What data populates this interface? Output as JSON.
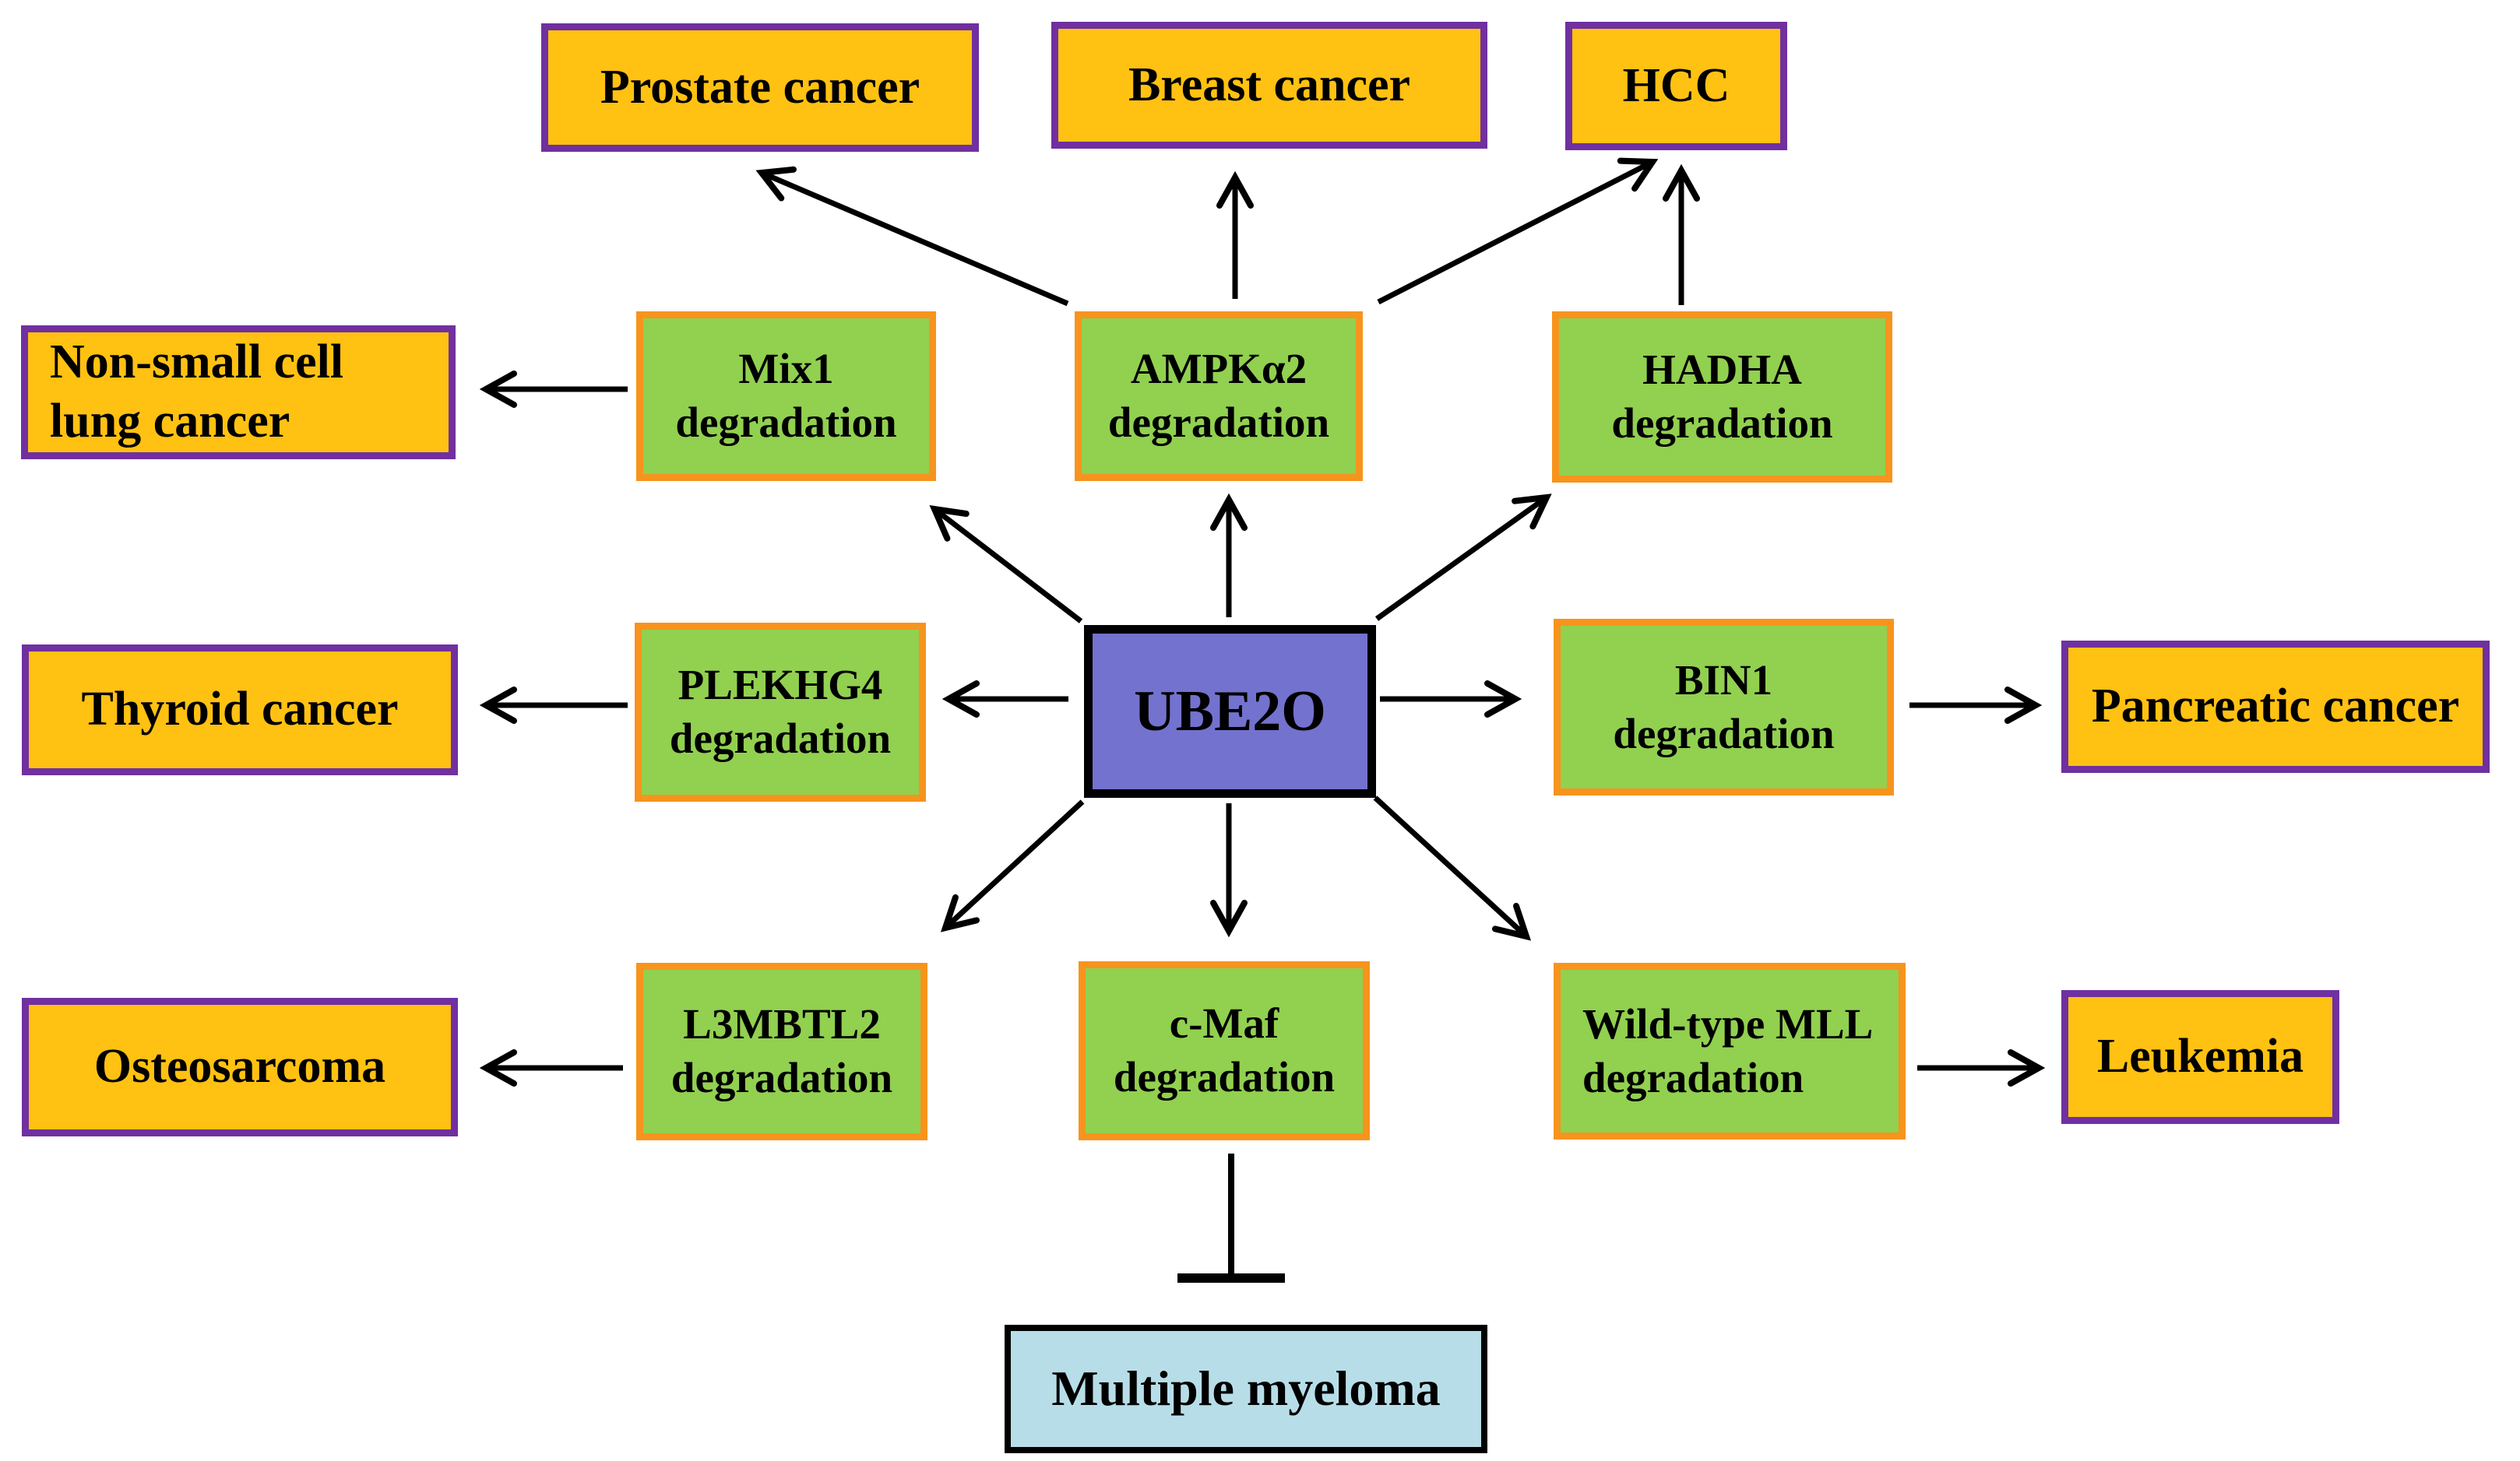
{
  "nodes": {
    "ube2o": {
      "label": "UBE2O"
    },
    "mix1": {
      "line1": "Mix1",
      "line2": "degradation"
    },
    "ampk": {
      "line1": "AMPKα2",
      "line2": "degradation"
    },
    "hadha": {
      "line1": "HADHA",
      "line2": "degradation"
    },
    "plekhg4": {
      "line1": "PLEKHG4",
      "line2": "degradation"
    },
    "bin1": {
      "line1": "BIN1",
      "line2": "degradation"
    },
    "l3mbtl2": {
      "line1": "L3MBTL2",
      "line2": "degradation"
    },
    "cmaf": {
      "line1": "c-Maf",
      "line2": "degradation"
    },
    "mll": {
      "line1": "Wild-type MLL",
      "line2": "degradation"
    },
    "prostate": {
      "label": "Prostate cancer"
    },
    "breast": {
      "label": "Breast cancer"
    },
    "hcc": {
      "label": "HCC"
    },
    "nsclc": {
      "line1": "Non-small cell",
      "line2": "lung cancer"
    },
    "thyroid": {
      "label": "Thyroid cancer"
    },
    "pancreatic": {
      "label": "Pancreatic cancer"
    },
    "osteosarcoma": {
      "label": "Osteosarcoma"
    },
    "leukemia": {
      "label": "Leukemia"
    },
    "myeloma": {
      "label": "Multiple myeloma"
    }
  },
  "edges": [
    {
      "from": "ube2o",
      "to": "mix1",
      "type": "arrow"
    },
    {
      "from": "ube2o",
      "to": "ampk",
      "type": "arrow"
    },
    {
      "from": "ube2o",
      "to": "hadha",
      "type": "arrow"
    },
    {
      "from": "ube2o",
      "to": "plekhg4",
      "type": "arrow"
    },
    {
      "from": "ube2o",
      "to": "bin1",
      "type": "arrow"
    },
    {
      "from": "ube2o",
      "to": "l3mbtl2",
      "type": "arrow"
    },
    {
      "from": "ube2o",
      "to": "cmaf",
      "type": "arrow"
    },
    {
      "from": "ube2o",
      "to": "mll",
      "type": "arrow"
    },
    {
      "from": "ampk",
      "to": "prostate",
      "type": "arrow"
    },
    {
      "from": "ampk",
      "to": "breast",
      "type": "arrow"
    },
    {
      "from": "ampk",
      "to": "hcc",
      "type": "arrow"
    },
    {
      "from": "hadha",
      "to": "hcc",
      "type": "arrow"
    },
    {
      "from": "mix1",
      "to": "nsclc",
      "type": "arrow"
    },
    {
      "from": "plekhg4",
      "to": "thyroid",
      "type": "arrow"
    },
    {
      "from": "bin1",
      "to": "pancreatic",
      "type": "arrow"
    },
    {
      "from": "l3mbtl2",
      "to": "osteosarcoma",
      "type": "arrow"
    },
    {
      "from": "mll",
      "to": "leukemia",
      "type": "arrow"
    },
    {
      "from": "cmaf",
      "to": "myeloma",
      "type": "inhibition"
    }
  ],
  "colors": {
    "background": "#FFFFFF",
    "cancer_fill": "#FFC112",
    "cancer_border": "#7030A0",
    "degradation_fill": "#92D050",
    "degradation_border": "#F7941D",
    "center_fill": "#7372CE",
    "center_border": "#000000",
    "myeloma_fill": "#B7DEE8",
    "myeloma_border": "#000000",
    "arrow": "#000000"
  }
}
